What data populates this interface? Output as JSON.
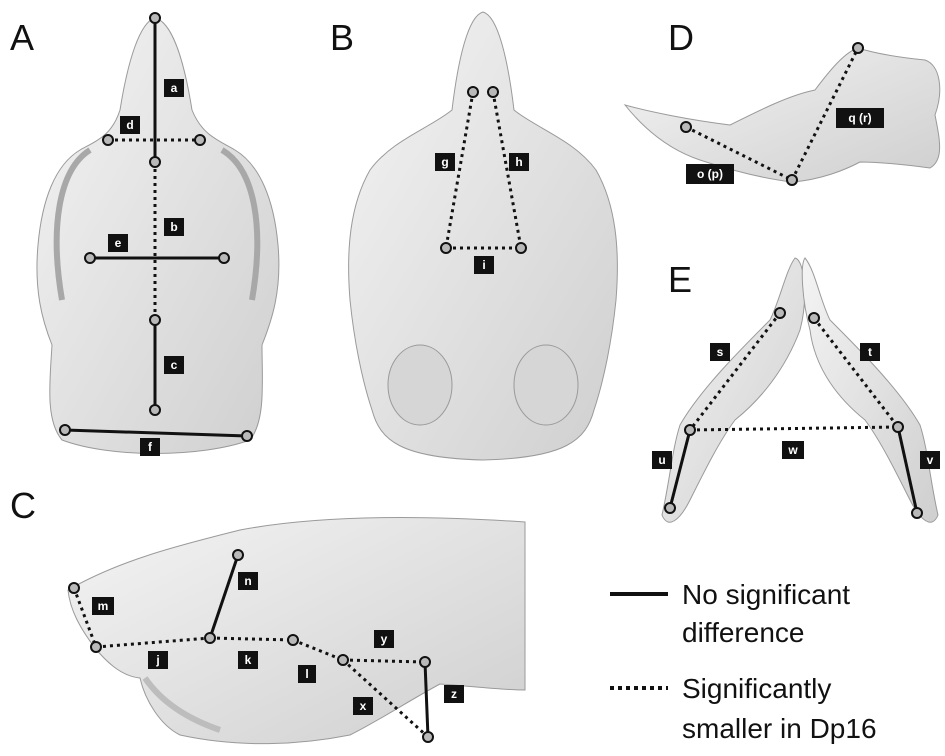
{
  "panels": {
    "A": "A",
    "B": "B",
    "C": "C",
    "D": "D",
    "E": "E"
  },
  "measurements": {
    "a": "a",
    "b": "b",
    "c": "c",
    "d": "d",
    "e": "e",
    "f": "f",
    "g": "g",
    "h": "h",
    "i": "i",
    "j": "j",
    "k": "k",
    "l": "l",
    "m": "m",
    "n": "n",
    "o": "o (p)",
    "q": "q (r)",
    "s": "s",
    "t": "t",
    "u": "u",
    "v": "v",
    "w": "w",
    "x": "x",
    "y": "y",
    "z": "z"
  },
  "legend": {
    "solid_line1": "No significant",
    "solid_line2": "difference",
    "dotted_line1": "Significantly",
    "dotted_line2": "smaller in Dp16"
  },
  "colors": {
    "ink": "#111111",
    "bone": "#e6e6e6",
    "bone_shadow": "#c9c9c9",
    "endpoint": "#b9b9b9"
  }
}
